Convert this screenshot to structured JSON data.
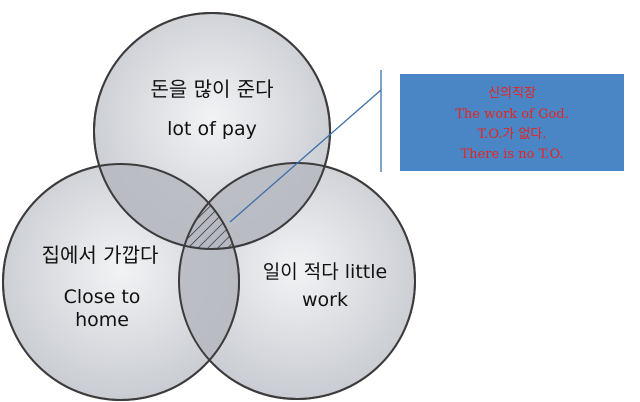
{
  "venn": {
    "top": {
      "korean": "돈을 많이 준다",
      "english": "lot of pay"
    },
    "left": {
      "korean": "집에서 가깝다",
      "english_line1": "Close to",
      "english_line2": "home"
    },
    "right": {
      "korean_english_line1": "일이 적다 little",
      "english_line2": "work"
    }
  },
  "callout": {
    "line1": "신의직장",
    "line2": "The work of God.",
    "line3": "T.O.가 없다.",
    "line4": "There is no T.O.",
    "box_color": "#4a86c6",
    "text_color": "#e8231c"
  },
  "colors": {
    "circle_fill": "#dcdee3",
    "circle_stroke": "#3c3c3c",
    "overlap_fill": "#b9bcc3",
    "connector": "#3d6fa8"
  }
}
